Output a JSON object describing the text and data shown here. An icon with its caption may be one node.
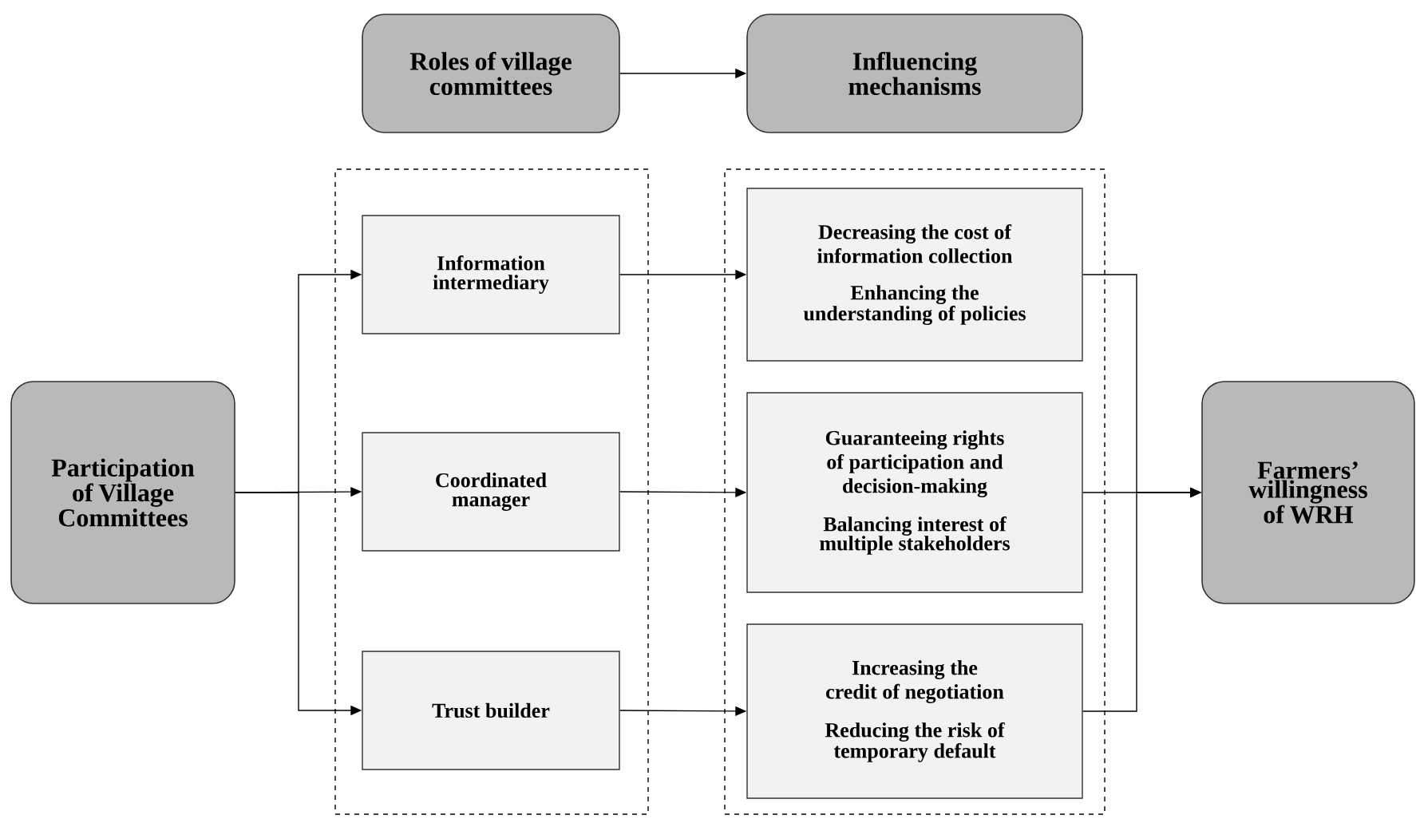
{
  "diagram": {
    "nodes": [
      {
        "text": [
          "Roles of village committees"
        ]
      },
      {
        "text": [
          "Influencing mechanisms"
        ]
      },
      {
        "text": [],
        "shape": "box"
      },
      {
        "text": [],
        "shape": "box"
      },
      {
        "text": [
          "Information intermediary"
        ],
        "in": 2
      },
      {
        "text": [
          "Coordinated manager"
        ],
        "in": 2
      },
      {
        "text": [
          "Trust builder"
        ],
        "in": 2
      },
      {
        "text": [
          "Decreasing the cost of information collection",
          "Enhancing the understanding of policies"
        ],
        "in": 3
      },
      {
        "text": [
          "Guaranteeing rights of participation and decision-making",
          "Balancing interest of multiple stakeholders"
        ],
        "in": 3
      },
      {
        "text": [
          "Increasing the credit of negotiation",
          "Reducing the risk of temporary default"
        ],
        "in": 3
      },
      {
        "text": [
          "Participation of Village Committees"
        ]
      },
      {
        "text": [
          "Farmers’ willingness of WRH"
        ]
      }
    ],
    "edges": [
      {
        "from": 0,
        "to": 1,
        "arrow": "to"
      },
      {
        "from": 10,
        "to": 4,
        "arrow": "to"
      },
      {
        "from": 10,
        "to": 5,
        "arrow": "to"
      },
      {
        "from": 10,
        "to": 6,
        "arrow": "to"
      },
      {
        "from": 4,
        "to": 7,
        "arrow": "to"
      },
      {
        "from": 5,
        "to": 8,
        "arrow": "to"
      },
      {
        "from": 6,
        "to": 9,
        "arrow": "to"
      },
      {
        "from": 7,
        "to": 11,
        "arrow": "to"
      },
      {
        "from": 8,
        "to": 11,
        "arrow": "to"
      },
      {
        "from": 9,
        "to": 11,
        "arrow": "to"
      }
    ]
  }
}
